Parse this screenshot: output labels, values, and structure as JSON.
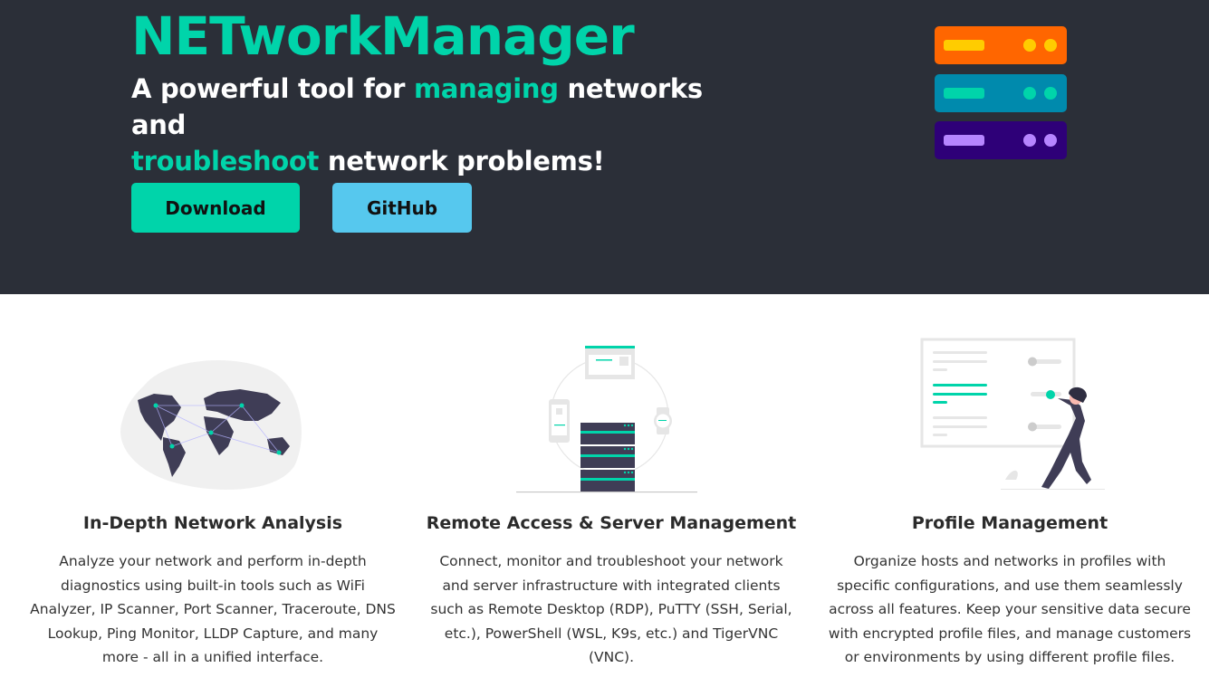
{
  "hero": {
    "title": "NETworkManager",
    "tagline": {
      "part1": "A powerful tool for ",
      "accent1": "managing",
      "part2": " networks and ",
      "accent2": "troubleshoot",
      "part3": " network problems!"
    },
    "buttons": {
      "download": "Download",
      "github": "GitHub"
    },
    "illustration": "server-stack-icon"
  },
  "colors": {
    "hero_bg": "#2b2f38",
    "accent": "#00d4aa",
    "github_button": "#56c8ee",
    "server_orange": "#ff6600",
    "server_teal": "#008aad",
    "server_purple": "#2e0078"
  },
  "features": [
    {
      "illustration": "world-map-network-icon",
      "title": "In-Depth Network Analysis",
      "description": "Analyze your network and perform in-depth diagnostics using built-in tools such as WiFi Analyzer, IP Scanner, Port Scanner, Traceroute, DNS Lookup, Ping Monitor, LLDP Capture, and many more - all in a unified interface."
    },
    {
      "illustration": "server-devices-icon",
      "title": "Remote Access & Server Management",
      "description": "Connect, monitor and troubleshoot your network and server infrastructure with integrated clients such as Remote Desktop (RDP), PuTTY (SSH, Serial, etc.), PowerShell (WSL, K9s, etc.) and TigerVNC (VNC)."
    },
    {
      "illustration": "profile-settings-icon",
      "title": "Profile Management",
      "description": "Organize hosts and networks in profiles with specific configurations, and use them seamlessly across all features. Keep your sensitive data secure with encrypted profile files, and manage customers or environments by using different profile files."
    }
  ]
}
